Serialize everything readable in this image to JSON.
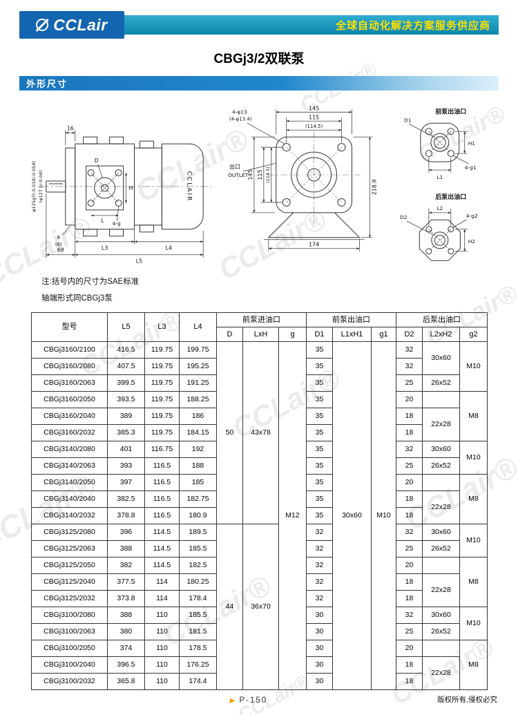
{
  "header": {
    "logo_text": "CCLair",
    "tagline": "全球自动化解决方案服务供应商"
  },
  "title": "CBGj3/2双联泵",
  "section_title": "外形尺寸",
  "watermark": "CCLair®",
  "drawing": {
    "notes": [
      "注:括号内的尺寸为SAE标准",
      "轴端形式同CBGj3泵"
    ],
    "left": {
      "dim16": "16",
      "tol1": "φ125g7(-0.014/-0.054)",
      "tol2": "(φ127 0/-0.04)",
      "d": "D",
      "h": "H",
      "l": "L",
      "g4": "4-g",
      "dim8": "8",
      "dim6": "(6)",
      "dim68": "68",
      "l3": "L3",
      "l4": "L4",
      "l5": "L5",
      "body": "CCLAIR"
    },
    "front": {
      "bolts1": "4-φ13",
      "bolts2": "(4-φ13.4)",
      "top1": "145",
      "top2": "115",
      "top3": "(114.5)",
      "left1": "145",
      "left2": "115",
      "left3": "(114.5)",
      "outlet_cn": "出口",
      "outlet_en": "OUTLET",
      "height": "218.9",
      "base": "174"
    },
    "port_front": {
      "title": "前泵出油口",
      "d": "D1",
      "h": "H1",
      "l": "L1",
      "g": "4-g1"
    },
    "port_rear": {
      "title": "后泵出油口",
      "d": "D2",
      "h": "H2",
      "l": "L2",
      "g": "4-g2"
    }
  },
  "table": {
    "header": [
      [
        {
          "t": "型号",
          "rs": 2
        },
        {
          "t": "L5",
          "rs": 2
        },
        {
          "t": "L3",
          "rs": 2
        },
        {
          "t": "L4",
          "rs": 2
        },
        {
          "t": "前泵进油口",
          "cs": 3
        },
        {
          "t": "前泵出油口",
          "cs": 3
        },
        {
          "t": "后泵出油口",
          "cs": 3
        }
      ],
      [
        "D",
        "LxH",
        "g",
        "D1",
        "L1xH1",
        "g1",
        "D2",
        "L2xH2",
        "g2"
      ]
    ],
    "rows": [
      [
        "CBGj3160/2100",
        "416.5",
        "119.75",
        "199.75",
        {
          "t": "50",
          "rs": 11
        },
        {
          "t": "43x78",
          "rs": 11
        },
        {
          "t": "M12",
          "rs": 21
        },
        "35",
        {
          "t": "30x60",
          "rs": 21
        },
        {
          "t": "M10",
          "rs": 21
        },
        "32",
        {
          "t": "30x60",
          "rs": 2
        },
        {
          "t": "M10",
          "rs": 3
        }
      ],
      [
        "CBGj3160/2080",
        "407.5",
        "119.75",
        "195.25",
        "35",
        "32"
      ],
      [
        "CBGj3160/2063",
        "399.5",
        "119.75",
        "191.25",
        "35",
        "25",
        "26x52"
      ],
      [
        "CBGj3160/2050",
        "393.5",
        "119.75",
        "188.25",
        "35",
        "20",
        "",
        {
          "t": "M8",
          "rs": 3
        }
      ],
      [
        "CBGj3160/2040",
        "389",
        "119.75",
        "186",
        "35",
        "18",
        {
          "t": "22x28",
          "rs": 2
        }
      ],
      [
        "CBGj3160/2032",
        "385.3",
        "119.75",
        "184.15",
        "35",
        "18"
      ],
      [
        "CBGj3140/2080",
        "401",
        "116.75",
        "192",
        "35",
        "32",
        "30x60",
        {
          "t": "M10",
          "rs": 2
        }
      ],
      [
        "CBGj3140/2063",
        "393",
        "116.5",
        "188",
        "35",
        "25",
        "26x52"
      ],
      [
        "CBGj3140/2050",
        "397",
        "116.5",
        "185",
        "35",
        "20",
        "",
        {
          "t": "M8",
          "rs": 3
        }
      ],
      [
        "CBGj3140/2040",
        "382.5",
        "116.5",
        "182.75",
        "35",
        "18",
        {
          "t": "22x28",
          "rs": 2
        }
      ],
      [
        "CBGj3140/2032",
        "378.8",
        "116.5",
        "180.9",
        "35",
        "18"
      ],
      [
        "CBGj3125/2080",
        "396",
        "114.5",
        "189.5",
        {
          "t": "44",
          "rs": 10
        },
        {
          "t": "36x70",
          "rs": 10
        },
        "32",
        "32",
        "30x60",
        {
          "t": "M10",
          "rs": 2
        }
      ],
      [
        "CBGj3125/2063",
        "388",
        "114.5",
        "185.5",
        "32",
        "25",
        "26x52"
      ],
      [
        "CBGj3125/2050",
        "382",
        "114.5",
        "182.5",
        "32",
        "20",
        "",
        {
          "t": "M8",
          "rs": 3
        }
      ],
      [
        "CBGj3125/2040",
        "377.5",
        "114",
        "180.25",
        "32",
        "18",
        {
          "t": "22x28",
          "rs": 2
        }
      ],
      [
        "CBGj3125/2032",
        "373.8",
        "114",
        "178.4",
        "32",
        "18"
      ],
      [
        "CBGj3100/2080",
        "388",
        "110",
        "185.5",
        "30",
        "32",
        "30x60",
        {
          "t": "M10",
          "rs": 2
        }
      ],
      [
        "CBGj3100/2063",
        "380",
        "110",
        "181.5",
        "30",
        "25",
        "26x52"
      ],
      [
        "CBGj3100/2050",
        "374",
        "110",
        "178.5",
        "30",
        "20",
        "",
        {
          "t": "M8",
          "rs": 3
        }
      ],
      [
        "CBGj3100/2040",
        "396.5",
        "110",
        "176.25",
        "30",
        "18",
        {
          "t": "22x28",
          "rs": 2
        }
      ],
      [
        "CBGj3100/2032",
        "365.8",
        "110",
        "174.4",
        "30",
        "18"
      ]
    ]
  },
  "footer": {
    "arrow": "▶",
    "page": "P-150",
    "copyright": "版权所有,侵权必究"
  }
}
